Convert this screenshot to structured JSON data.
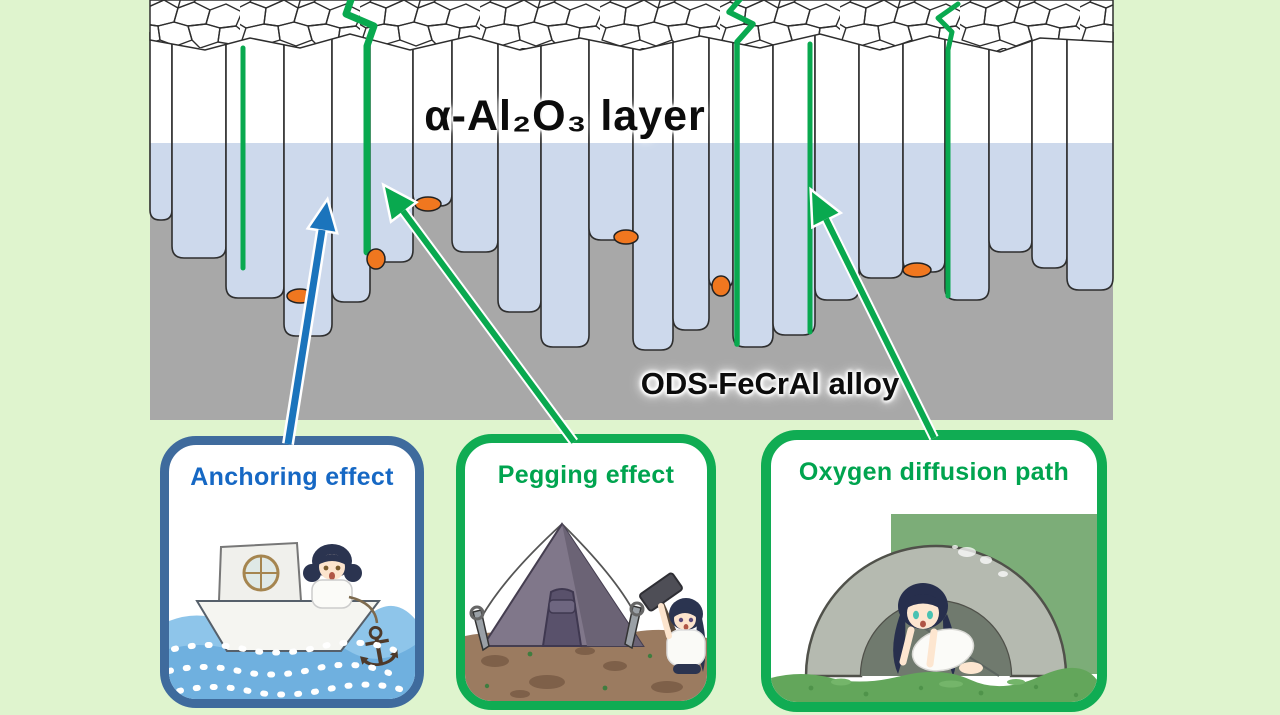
{
  "scene": {
    "layer_label": "α-Al₂O₃ layer",
    "alloy_label": "ODS-FeCrAl alloy"
  },
  "cards": [
    {
      "title": "Anchoring effect",
      "title_color": "#1668c4",
      "border_color": "#3f6b9d",
      "illustration": "girl-dropping-anchor-from-boat",
      "anchor_glyph": "⚓"
    },
    {
      "title": "Pegging effect",
      "title_color": "#00a44f",
      "border_color": "#10ac53",
      "illustration": "girl-hammering-tent-peg"
    },
    {
      "title": "Oxygen diffusion path",
      "title_color": "#00a44f",
      "border_color": "#10ac53",
      "illustration": "girl-crawling-through-tunnel"
    }
  ],
  "colors": {
    "background": "#dff4ce",
    "grain_white": "#ffffff",
    "grain_blue_tint": "#cdd9ec",
    "alloy_gray": "#a8a8a8",
    "peg_orange": "#f0771f",
    "diffusion_green": "#09a94f",
    "anchor_arrow_blue": "#1b74bc"
  }
}
